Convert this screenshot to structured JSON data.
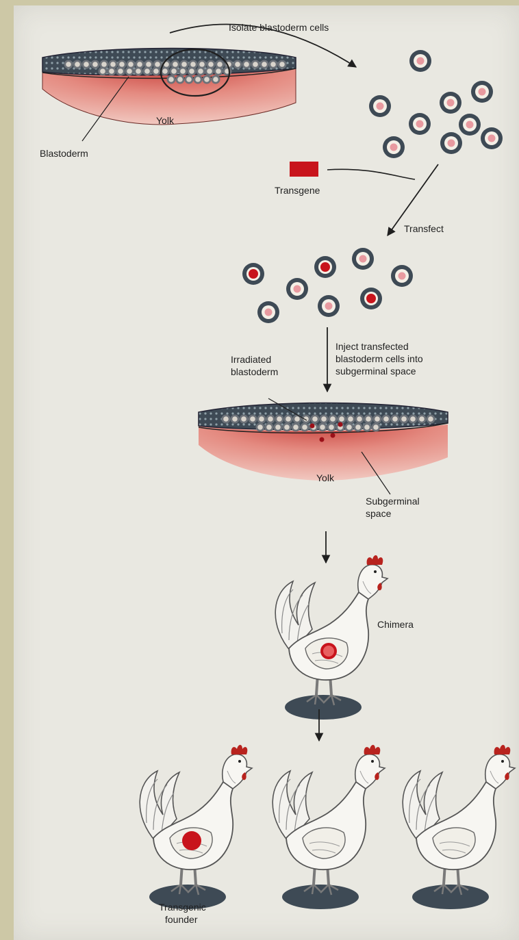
{
  "labels": {
    "isolate": "Isolate blastoderm cells",
    "yolk_top": "Yolk",
    "blastoderm": "Blastoderm",
    "transgene": "Transgene",
    "transfect": "Transfect",
    "inject_line1": "Inject transfected",
    "inject_line2": "blastoderm cells into",
    "inject_line3": "subgerminal space",
    "irradiated_line1": "Irradiated",
    "irradiated_line2": "blastoderm",
    "yolk_bottom": "Yolk",
    "subgerminal_line1": "Subgerminal",
    "subgerminal_line2": "space",
    "chimera": "Chimera",
    "founder_line1": "Transgenic",
    "founder_line2": "founder"
  },
  "colors": {
    "page": "#e9e8e1",
    "cell_ring": "#3e4a55",
    "cell_inner_pink": "#e89aa0",
    "cell_inner_red": "#c8141c",
    "yolk": "#e48a80",
    "transgene": "#c8141c",
    "comb": "#b8231e"
  }
}
